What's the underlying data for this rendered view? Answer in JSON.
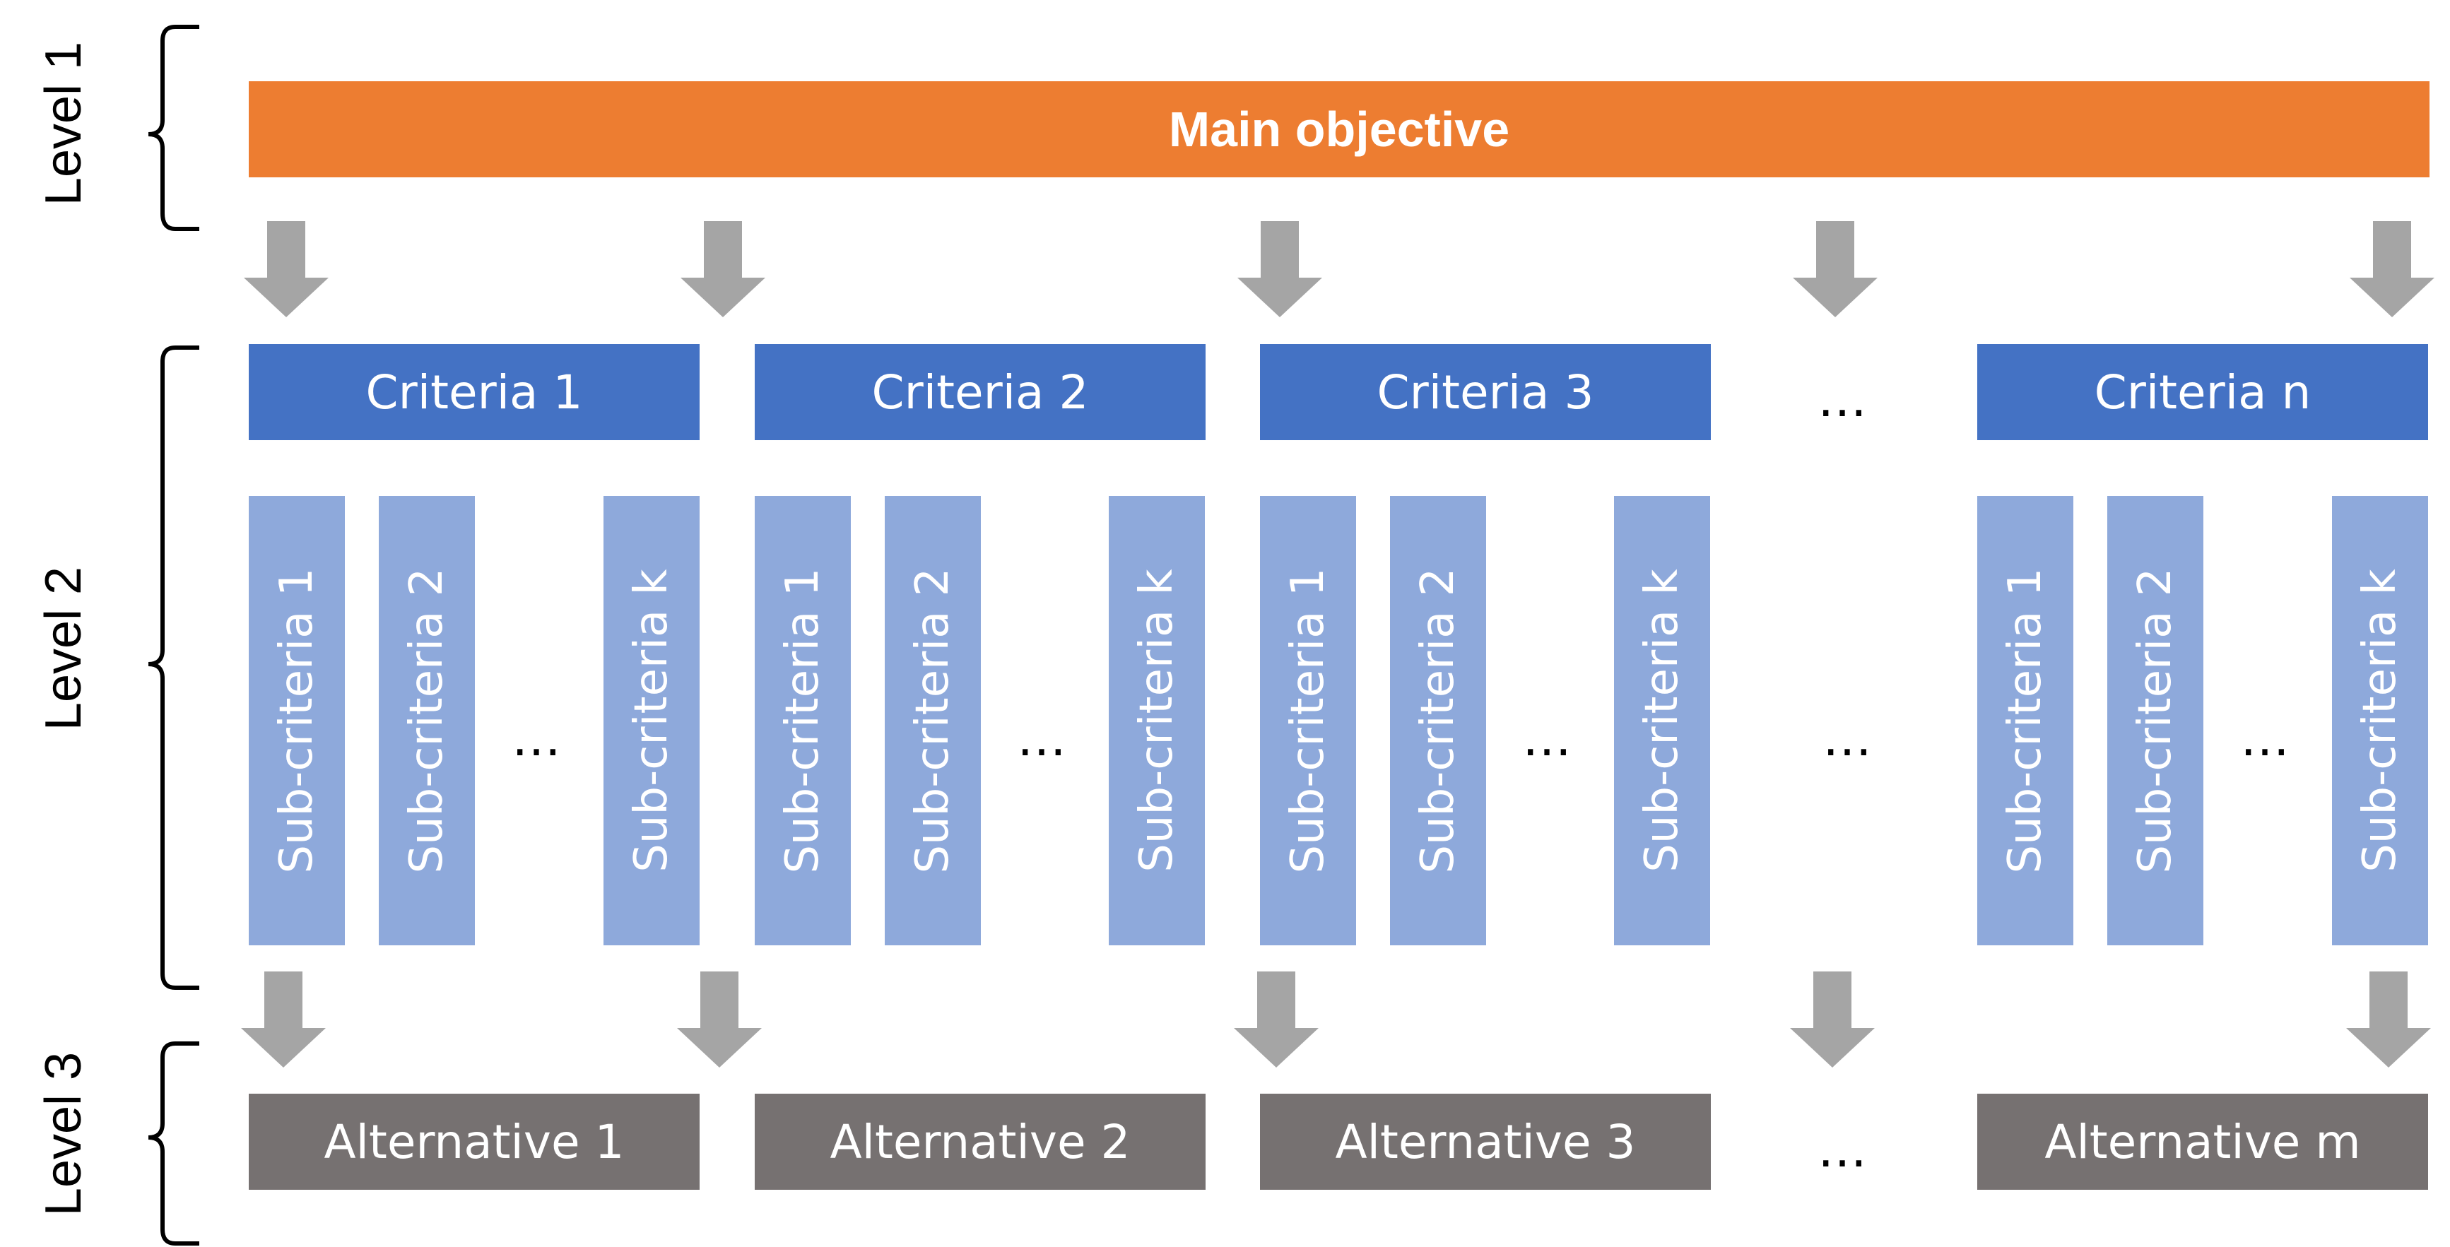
{
  "main_objective": "Main objective",
  "levels": [
    "Level 1",
    "Level 2",
    "Level 3"
  ],
  "criteria": [
    {
      "label": "Criteria 1",
      "subcriteria": [
        "Sub-criteria 1",
        "Sub-criteria 2",
        "Sub-criteria k"
      ]
    },
    {
      "label": "Criteria 2",
      "subcriteria": [
        "Sub-criteria 1",
        "Sub-criteria 2",
        "Sub-criteria k"
      ]
    },
    {
      "label": "Criteria 3",
      "subcriteria": [
        "Sub-criteria 1",
        "Sub-criteria 2",
        "Sub-criteria k"
      ]
    },
    {
      "label": "Criteria n",
      "subcriteria": [
        "Sub-criteria 1",
        "Sub-criteria 2",
        "Sub-criteria k"
      ]
    }
  ],
  "alternatives": [
    "Alternative 1",
    "Alternative 2",
    "Alternative 3",
    "Alternative m"
  ],
  "ellipsis": "…",
  "colors": {
    "main": "#ED7D31",
    "criteria": "#4472C4",
    "subcriteria": "#8EA9DB",
    "alternative": "#767171",
    "arrow": "#A5A5A5"
  }
}
